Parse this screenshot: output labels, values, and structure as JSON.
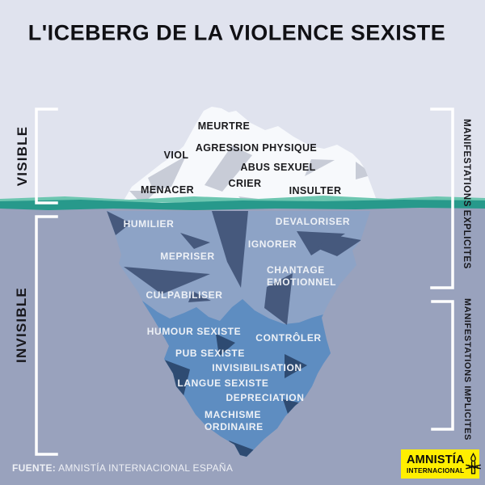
{
  "title": "L'ICEBERG DE LA VIOLENCE SEXISTE",
  "axis_left": {
    "top": "VISIBLE",
    "bottom": "INVISIBLE"
  },
  "axis_right": {
    "top": "MANIFESTATIONS EXPLICITES",
    "bottom": "MANIFESTATIONS IMPLICITES"
  },
  "iceberg": {
    "above_water": [
      "MEURTRE",
      "AGRESSION PHYSIQUE",
      "VIOL",
      "ABUS SEXUEL",
      "CRIER",
      "MENACER",
      "INSULTER"
    ],
    "below_water": [
      "HUMILIER",
      "DEVALORISER",
      "IGNORER",
      "MEPRISER",
      "CHANTAGE EMOTIONNEL",
      "CULPABILISER",
      "HUMOUR SEXISTE",
      "CONTRÔLER",
      "PUB SEXISTE",
      "INVISIBILISATION",
      "LANGUE SEXISTE",
      "DEPRECIATION",
      "MACHISME ORDINAIRE"
    ]
  },
  "footer": {
    "source_label": "FUENTE:",
    "source_text": " AMNISTÍA INTERNACIONAL ESPAÑA"
  },
  "logo": {
    "line1": "AMNISTÍA",
    "line2": "INTERNACIONAL",
    "icon": "candle-barbed-wire-icon"
  },
  "colors": {
    "background_sky": "#e0e3ee",
    "background_water": "#99a2bd",
    "waterline_teal": "#27998b",
    "waterline_light": "#6cc6b0",
    "iceberg_white": "#f7f9fc",
    "iceberg_facet_gray": "#c8ccd7",
    "iceberg_upper_submerged": "#8da3c6",
    "iceberg_upper_facet": "#46597d",
    "iceberg_lower_submerged": "#5e8dc1",
    "iceberg_lower_facet": "#2e4b72",
    "bracket_white": "#ffffff",
    "logo_yellow": "#ffef00"
  }
}
